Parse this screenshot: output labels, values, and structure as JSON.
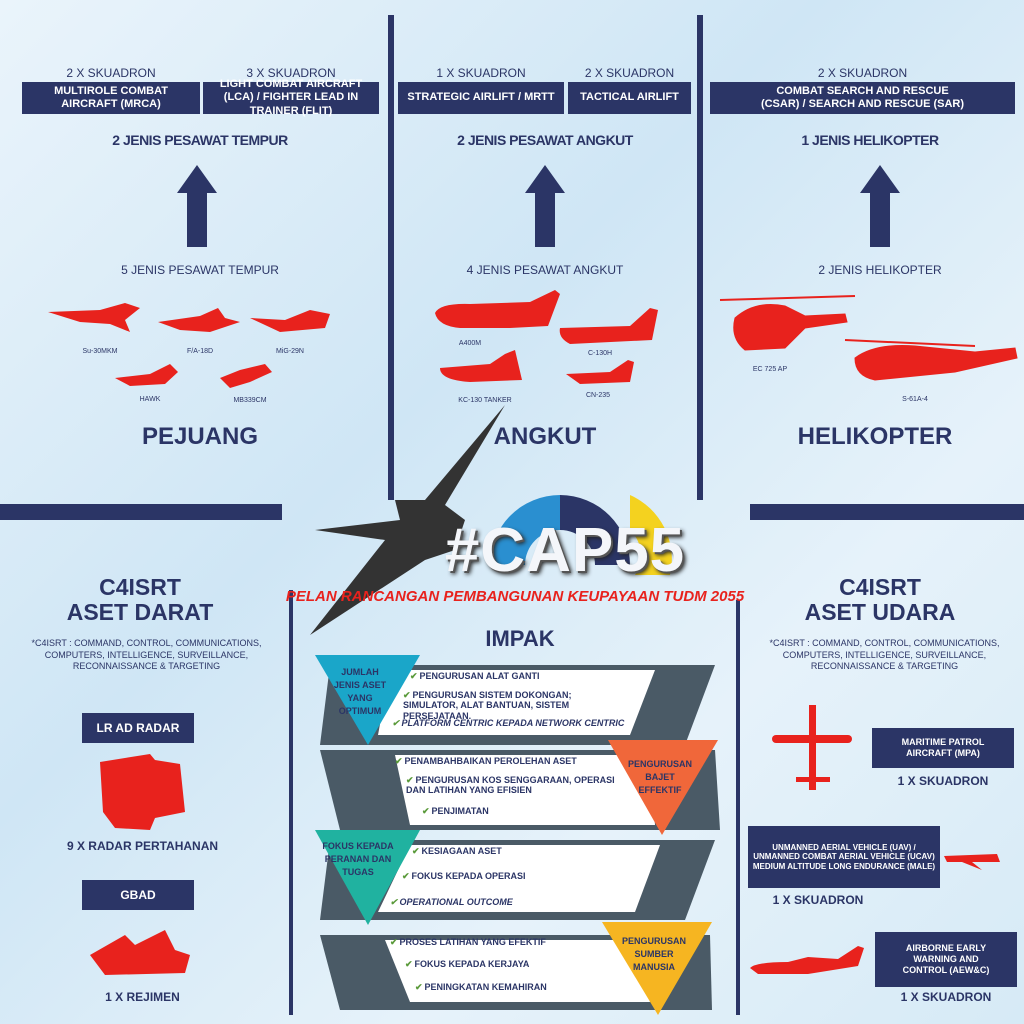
{
  "pejuang": {
    "squadron_mrca": "2 X SKUADRON",
    "mrca": "MULTIROLE COMBAT AIRCRAFT (MRCA)",
    "squadron_lca": "3 X SKUADRON",
    "lca": "LIGHT COMBAT AIRCRAFT (LCA) / FIGHTER LEAD IN TRAINER (FLIT)",
    "target": "2 JENIS PESAWAT TEMPUR",
    "current": "5 JENIS PESAWAT TEMPUR",
    "aircraft": [
      "Su-30MKM",
      "F/A-18D",
      "MiG-29N",
      "HAWK",
      "MB339CM"
    ],
    "label": "PEJUANG"
  },
  "angkut": {
    "squadron_strategic": "1 X SKUADRON",
    "strategic": "STRATEGIC AIRLIFT / MRTT",
    "squadron_tactical": "2 X SKUADRON",
    "tactical": "TACTICAL AIRLIFT",
    "target": "2 JENIS PESAWAT ANGKUT",
    "current": "4 JENIS PESAWAT ANGKUT",
    "aircraft": [
      "A400M",
      "C-130H",
      "KC-130 TANKER",
      "CN-235"
    ],
    "label": "ANGKUT"
  },
  "helikopter": {
    "squadron": "2 X SKUADRON",
    "role": "COMBAT SEARCH AND RESCUE (CSAR) / SEARCH AND RESCUE (SAR)",
    "target": "1 JENIS HELIKOPTER",
    "current": "2 JENIS HELIKOPTER",
    "aircraft": [
      "EC 725 AP",
      "S-61A-4"
    ],
    "label": "HELIKOPTER"
  },
  "center": {
    "title": "#CAP55",
    "subtitle": "PELAN RANCANGAN PEMBANGUNAN KEUPAYAAN TUDM 2055"
  },
  "darat": {
    "title1": "C4ISRT",
    "title2": "ASET DARAT",
    "desc": "*C4ISRT : COMMAND, CONTROL, COMMUNICATIONS, COMPUTERS, INTELLIGENCE, SURVEILLANCE, RECONNAISSANCE & TARGETING",
    "radar": "LR AD RADAR",
    "radar_count": "9 X RADAR PERTAHANAN",
    "gbad": "GBAD",
    "gbad_count": "1 X REJIMEN"
  },
  "udara": {
    "title1": "C4ISRT",
    "title2": "ASET UDARA",
    "desc": "*C4ISRT : COMMAND, CONTROL, COMMUNICATIONS, COMPUTERS, INTELLIGENCE, SURVEILLANCE, RECONNAISSANCE & TARGETING",
    "mpa": "MARITIME PATROL AIRCRAFT (MPA)",
    "mpa_count": "1 X SKUADRON",
    "uav": "UNMANNED AERIAL VEHICLE (UAV) / UNMANNED COMBAT AERIAL VEHICLE (UCAV) MEDIUM ALTITUDE LONG ENDURANCE (MALE)",
    "uav_count": "1 X SKUADRON",
    "aew": "AIRBORNE EARLY WARNING AND CONTROL (AEW&C)",
    "aew_count": "1 X SKUADRON"
  },
  "impak": {
    "title": "IMPAK",
    "rows": [
      {
        "label": "JUMLAH JENIS ASET YANG OPTIMUM",
        "color": "#1aa6c9",
        "items": [
          "PENGURUSAN ALAT GANTI",
          "PENGURUSAN SISTEM DOKONGAN; SIMULATOR, ALAT BANTUAN, SISTEM PERSEJATAAN.",
          "PLATFORM CENTRIC KEPADA NETWORK CENTRIC"
        ]
      },
      {
        "label": "PENGURUSAN BAJET EFFEKTIF",
        "color": "#f0673a",
        "items": [
          "PENAMBAHBAIKAN PEROLEHAN ASET",
          "PENGURUSAN KOS SENGGARAAN, OPERASI DAN LATIHAN YANG EFISIEN",
          "PENJIMATAN"
        ]
      },
      {
        "label": "FOKUS KEPADA PERANAN DAN TUGAS",
        "color": "#20b2a0",
        "items": [
          "KESIAGAAN ASET",
          "FOKUS KEPADA OPERASI",
          "OPERATIONAL OUTCOME"
        ]
      },
      {
        "label": "PENGURUSAN SUMBER MANUSIA",
        "color": "#f6b521",
        "items": [
          "PROSES LATIHAN YANG EFEKTIF",
          "FOKUS KEPADA KERJAYA",
          "PENINGKATAN KEMAHIRAN"
        ]
      }
    ]
  },
  "colors": {
    "navy": "#2b3566",
    "red": "#e8221d",
    "band": "#4a5a66"
  }
}
